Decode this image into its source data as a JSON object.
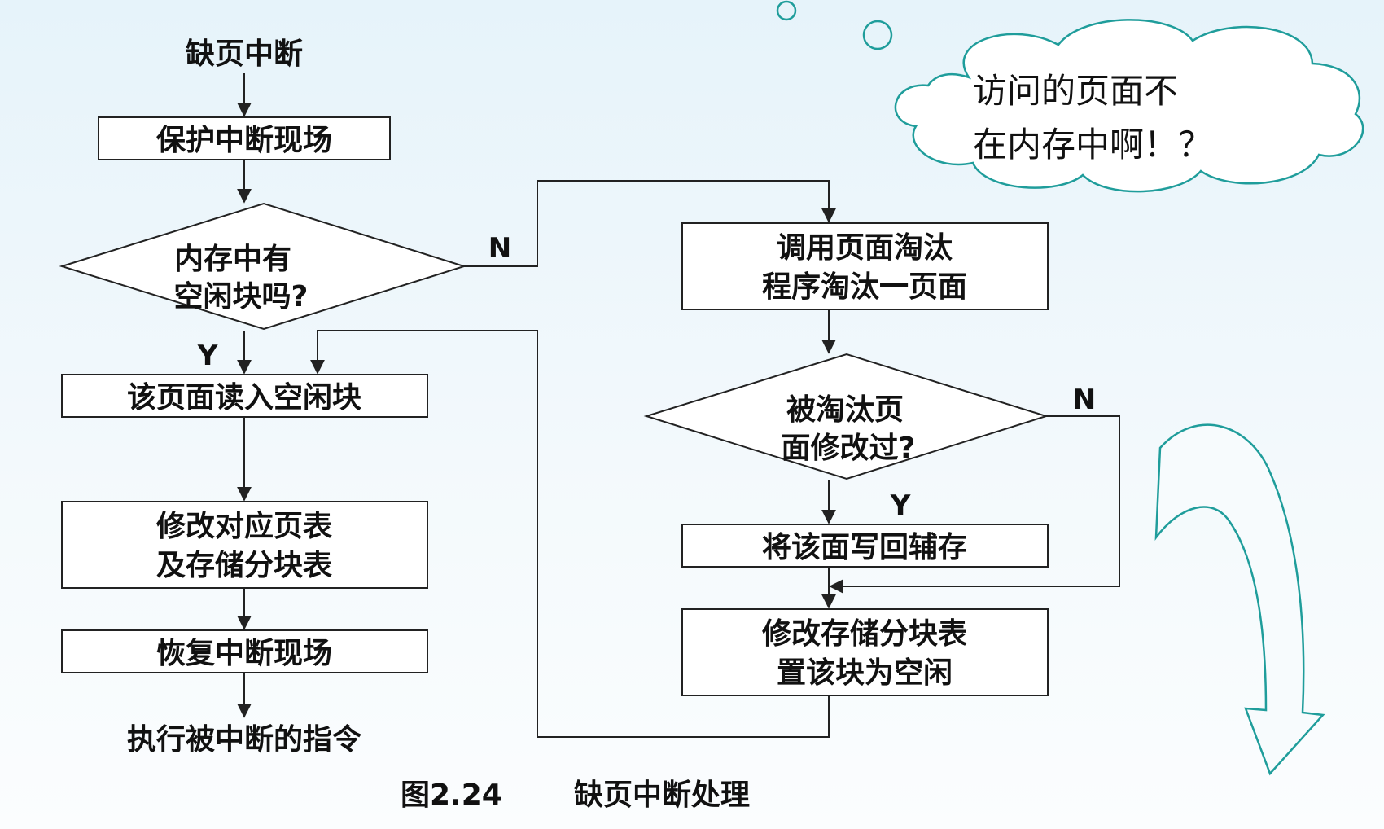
{
  "flowchart": {
    "start": "缺页中断",
    "protect": "保护中断现场",
    "has_free": [
      "内存中有",
      "空闲块吗?"
    ],
    "read_in": "该页面读入空闲块",
    "update_tables": [
      "修改对应页表",
      "及存储分块表"
    ],
    "restore": "恢复中断现场",
    "execute": "执行被中断的指令",
    "call_replace": [
      "调用页面淘汰",
      "程序淘汰一页面"
    ],
    "modified": [
      "被淘汰页",
      "面修改过?"
    ],
    "write_back": "将该面写回辅存",
    "update_block": [
      "修改存储分块表",
      "置该块为空闲"
    ],
    "yes_label": "Y",
    "no_label": "N"
  },
  "caption": {
    "figure": "图2.24",
    "title": "缺页中断处理"
  },
  "thought_bubble": {
    "lines": [
      "访问的页面不",
      "在内存中啊！？"
    ]
  },
  "colors": {
    "bubble_stroke": "#1f9d9b",
    "arrow_stroke": "#1f9d9b",
    "line": "#222222"
  }
}
